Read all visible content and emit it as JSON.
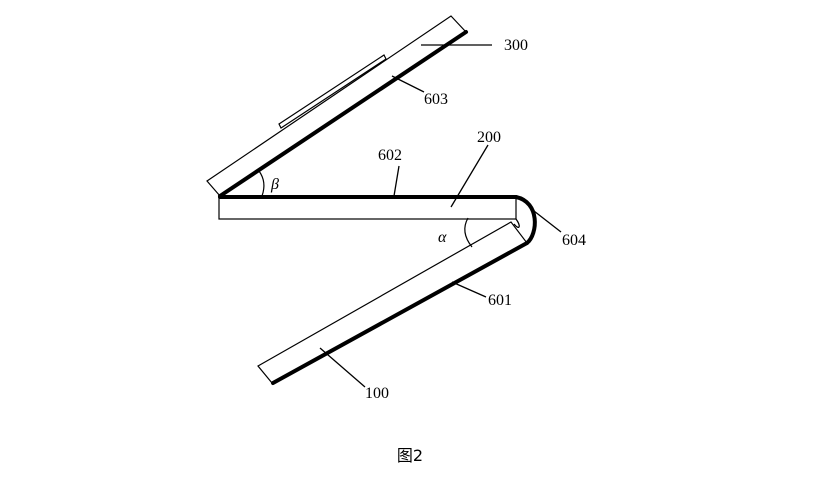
{
  "figure": {
    "caption": "图2",
    "labels": {
      "ref_300": "300",
      "ref_603": "603",
      "ref_602": "602",
      "ref_200": "200",
      "ref_604": "604",
      "ref_601": "601",
      "ref_100": "100",
      "angle_beta": "β",
      "angle_alpha": "α"
    }
  }
}
